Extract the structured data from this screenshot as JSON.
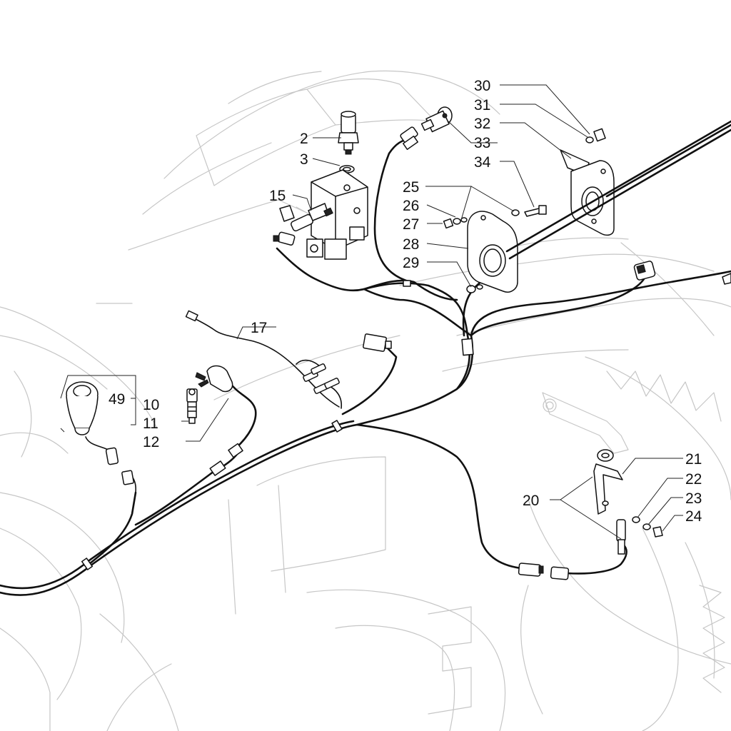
{
  "diagram": {
    "callouts": [
      {
        "id": "c2",
        "text": "2"
      },
      {
        "id": "c3",
        "text": "3"
      },
      {
        "id": "c15",
        "text": "15"
      },
      {
        "id": "c17",
        "text": "17"
      },
      {
        "id": "c49",
        "text": "49"
      },
      {
        "id": "c10",
        "text": "10"
      },
      {
        "id": "c11",
        "text": "11"
      },
      {
        "id": "c12",
        "text": "12"
      },
      {
        "id": "c30",
        "text": "30"
      },
      {
        "id": "c31",
        "text": "31"
      },
      {
        "id": "c32",
        "text": "32"
      },
      {
        "id": "c33",
        "text": "33"
      },
      {
        "id": "c34",
        "text": "34"
      },
      {
        "id": "c25",
        "text": "25"
      },
      {
        "id": "c26",
        "text": "26"
      },
      {
        "id": "c27",
        "text": "27"
      },
      {
        "id": "c28",
        "text": "28"
      },
      {
        "id": "c29",
        "text": "29"
      },
      {
        "id": "c20",
        "text": "20"
      },
      {
        "id": "c21",
        "text": "21"
      },
      {
        "id": "c22",
        "text": "22"
      },
      {
        "id": "c23",
        "text": "23"
      },
      {
        "id": "c24",
        "text": "24"
      }
    ],
    "colors": {
      "ink": "#111111",
      "ghost": "#c6c6c6",
      "background": "#ffffff"
    }
  }
}
